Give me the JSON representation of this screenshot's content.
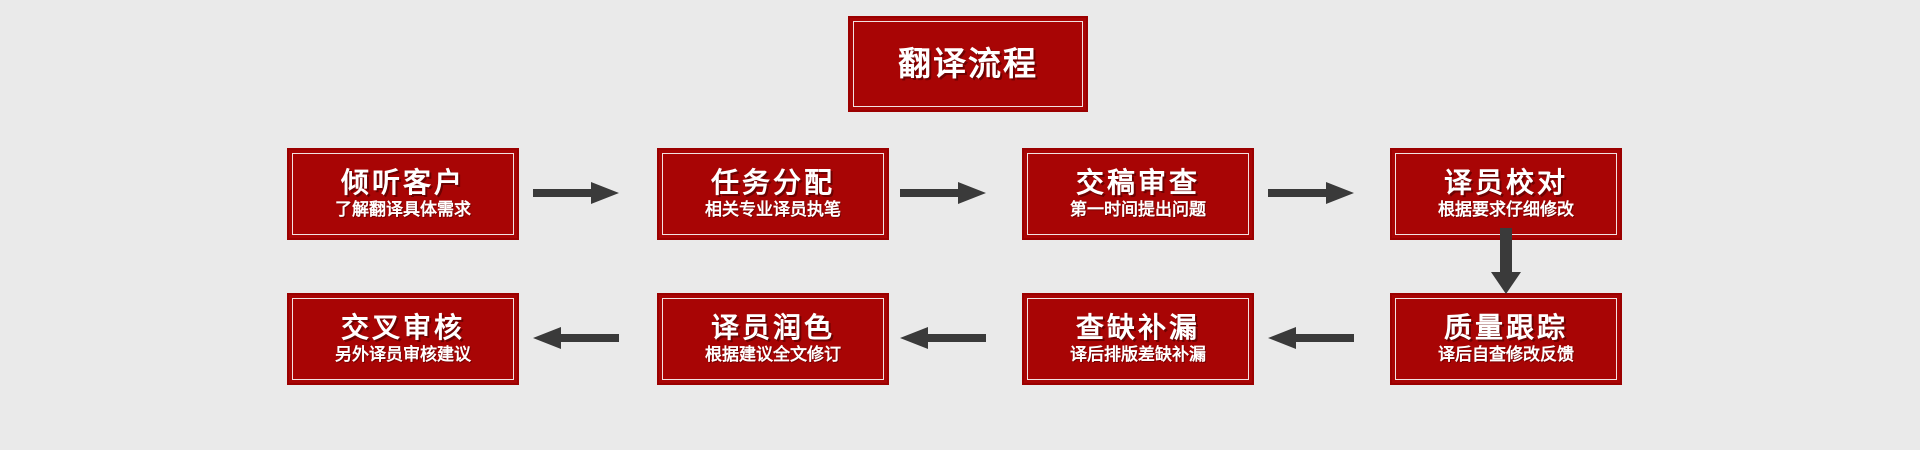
{
  "diagram": {
    "title": "翻译流程",
    "background_color": "#eaeaea",
    "box_fill_color": "#a80505",
    "box_border_color": "#9b0000",
    "text_color": "#ffffff",
    "arrow_color": "#3a3a3a",
    "flow_direction": "serpentine-left-to-right-then-right-to-left",
    "steps": [
      {
        "id": 1,
        "head": "倾听客户",
        "sub": "了解翻译具体需求"
      },
      {
        "id": 2,
        "head": "任务分配",
        "sub": "相关专业译员执笔"
      },
      {
        "id": 3,
        "head": "交稿审查",
        "sub": "第一时间提出问题"
      },
      {
        "id": 4,
        "head": "译员校对",
        "sub": "根据要求仔细修改"
      },
      {
        "id": 5,
        "head": "质量跟踪",
        "sub": "译后自查修改反馈"
      },
      {
        "id": 6,
        "head": "查缺补漏",
        "sub": "译后排版差缺补漏"
      },
      {
        "id": 7,
        "head": "译员润色",
        "sub": "根据建议全文修订"
      },
      {
        "id": 8,
        "head": "交叉审核",
        "sub": "另外译员审核建议"
      }
    ],
    "connectors": [
      {
        "id": "a1",
        "from": 1,
        "to": 2,
        "direction": "right"
      },
      {
        "id": "a2",
        "from": 2,
        "to": 3,
        "direction": "right"
      },
      {
        "id": "a3",
        "from": 3,
        "to": 4,
        "direction": "right"
      },
      {
        "id": "a4",
        "from": 4,
        "to": 5,
        "direction": "down"
      },
      {
        "id": "a5",
        "from": 5,
        "to": 6,
        "direction": "left"
      },
      {
        "id": "a6",
        "from": 6,
        "to": 7,
        "direction": "left"
      },
      {
        "id": "a7",
        "from": 7,
        "to": 8,
        "direction": "left"
      }
    ]
  }
}
